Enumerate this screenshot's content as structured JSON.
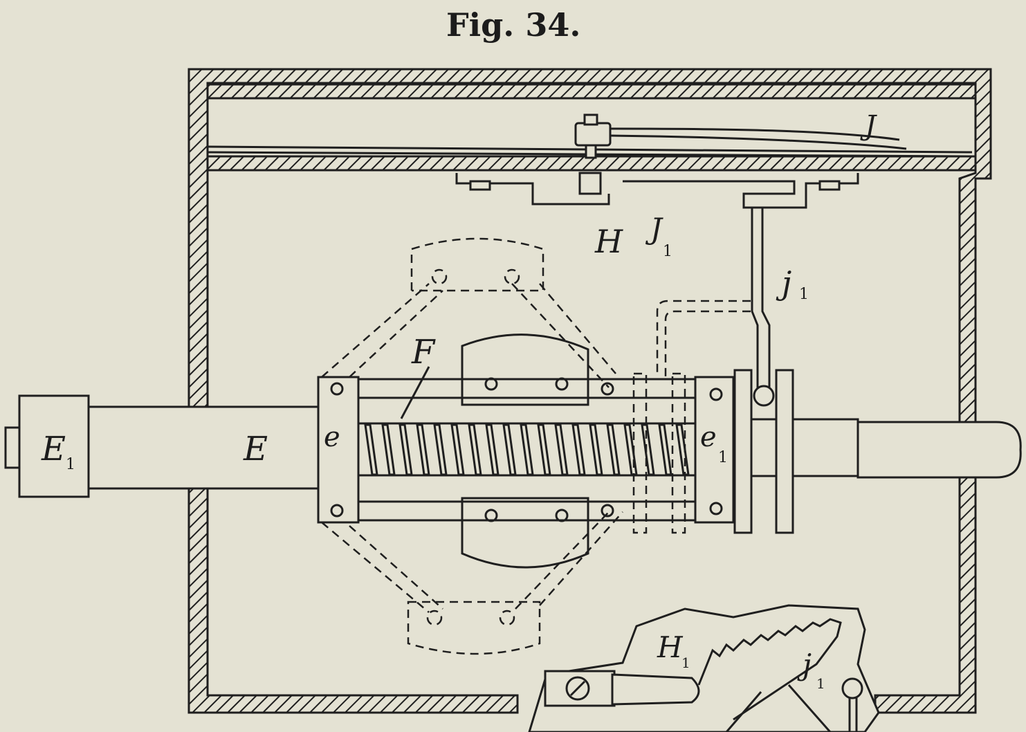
{
  "figure": {
    "title": "Fig. 34.",
    "labels": {
      "J": "J",
      "H": "H",
      "J1_main": "J",
      "J1_sub": "1",
      "j1_main": "j",
      "j1_sub": "1",
      "F": "F",
      "E": "E",
      "e": "e",
      "e1_main": "e",
      "e1_sub": "1",
      "E1_main": "E",
      "E1_sub": "1",
      "H1_main": "H",
      "H1_sub": "1",
      "j1b_main": "j",
      "j1b_sub": "1"
    }
  }
}
